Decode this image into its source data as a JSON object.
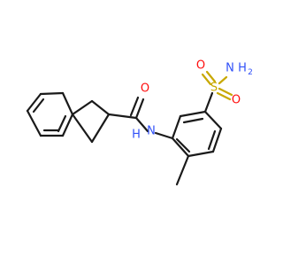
{
  "atoms": {
    "carbonyl_oxygen": "O",
    "amide_nitrogen": "N",
    "amide_hydrogen": "H",
    "sulfur": "S",
    "sulfonyl_oxygen_top": "O",
    "sulfonyl_oxygen_right": "O",
    "sulfonamide_nitrogen": "N",
    "sulfonamide_h": "H",
    "sulfonamide_h_count": "2"
  },
  "colors": {
    "carbon": "#1a1a1a",
    "oxygen": "#ff0d0d",
    "nitrogen": "#3050f8",
    "sulfur": "#c8a800"
  }
}
